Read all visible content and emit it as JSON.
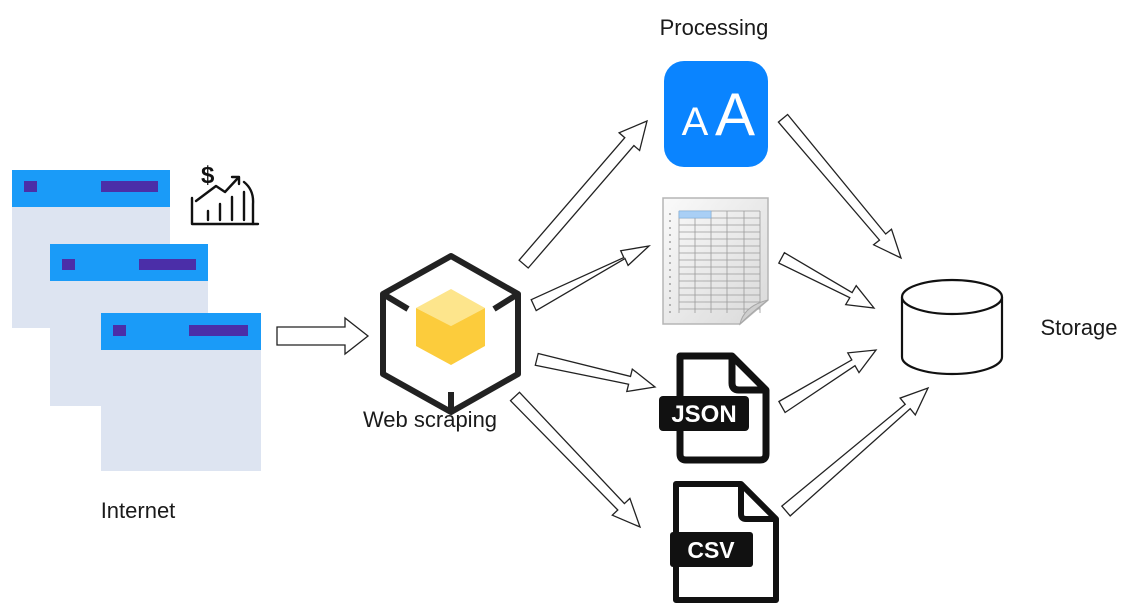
{
  "labels": {
    "internet": "Internet",
    "web_scraping": "Web scraping",
    "processing": "Processing",
    "storage": "Storage"
  },
  "icons": {
    "money_chart": "money-chart-icon",
    "font": "font-icon",
    "spreadsheet": "spreadsheet-icon",
    "json_file": "json-file-icon",
    "csv_file": "csv-file-icon",
    "database": "database-icon",
    "cube": "cube-icon"
  },
  "badges": {
    "json": "JSON",
    "csv": "CSV",
    "font_glyph_small": "A",
    "font_glyph_large": "A",
    "currency": "$"
  },
  "colors": {
    "page_header": "#1a9bf8",
    "page_body": "#dde4f1",
    "page_marker": "#4b2ea8",
    "font_tile": "#0a84ff",
    "cube_face": "#fccc3c",
    "cube_shade": "#fde58c",
    "outline": "#222222"
  }
}
